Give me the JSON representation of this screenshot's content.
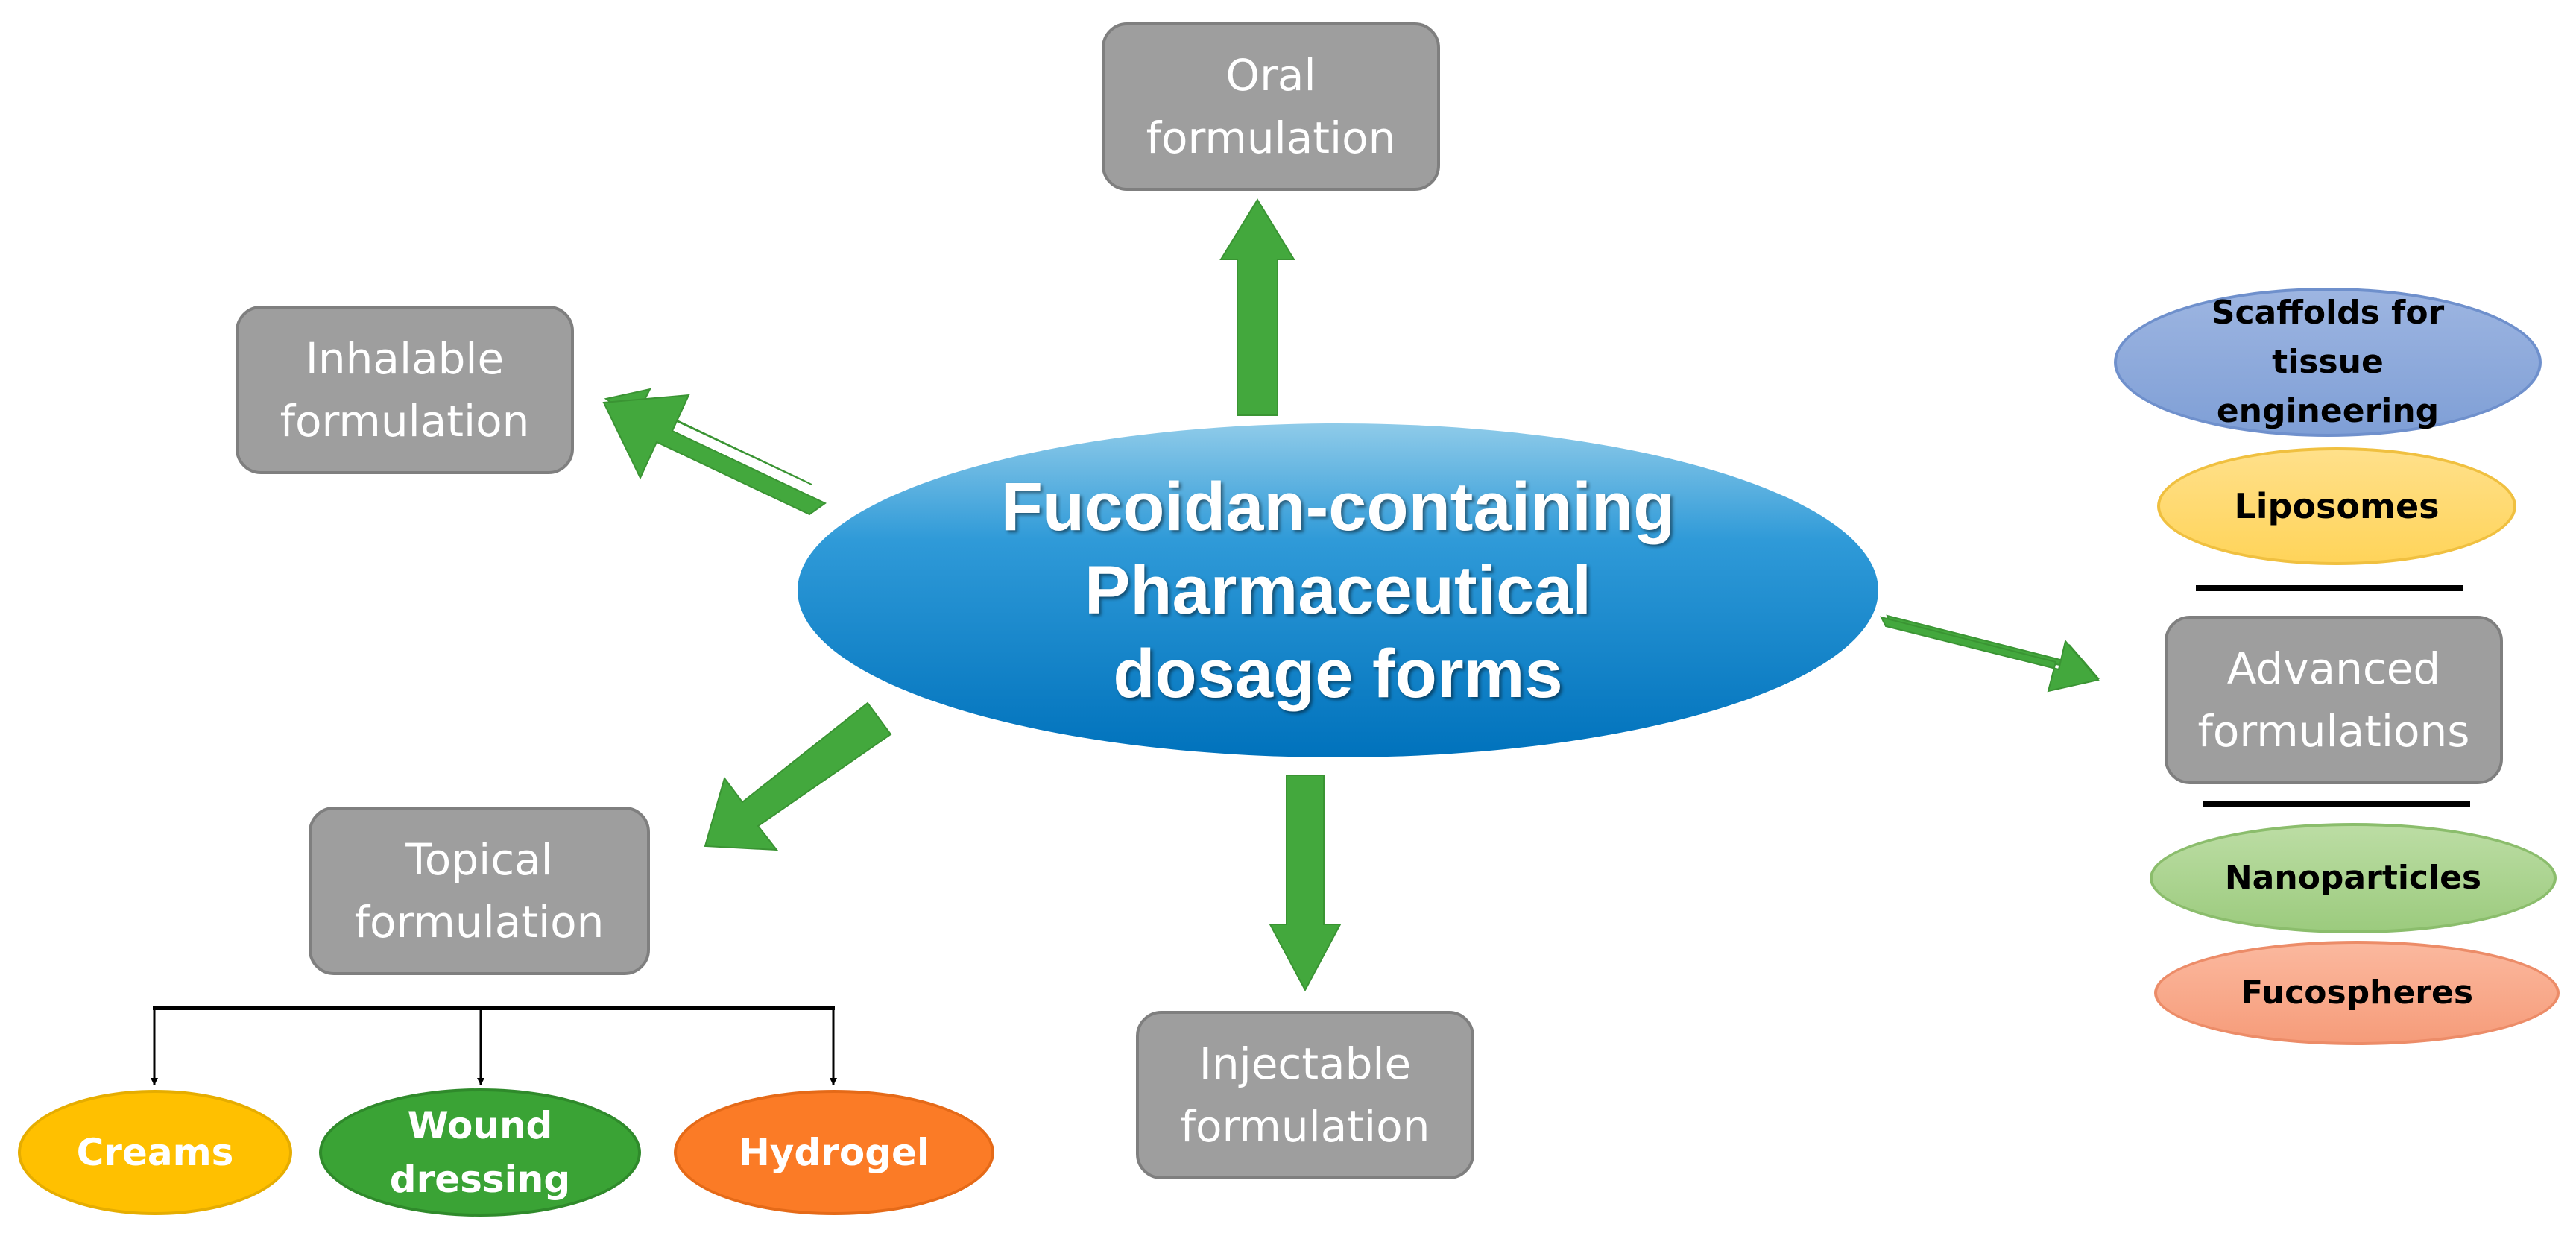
{
  "center": {
    "title": "Fucoidan-containing\nPharmaceutical\ndosage forms"
  },
  "formulations": {
    "oral": "Oral\nformulation",
    "inhalable": "Inhalable\nformulation",
    "topical": "Topical\nformulation",
    "injectable": "Injectable\nformulation",
    "advanced": "Advanced\nformulations"
  },
  "topical_forms": {
    "creams": "Creams",
    "wound_dressing": "Wound\ndressing",
    "hydrogel": "Hydrogel"
  },
  "advanced_forms": {
    "scaffolds": "Scaffolds for\ntissue\nengineering",
    "liposomes": "Liposomes",
    "nanoparticles": "Nanoparticles",
    "fucospheres": "Fucospheres"
  },
  "colors": {
    "arrow": "#43a83d",
    "box": "#9e9e9e",
    "creams": "#ffc000",
    "wound_dressing": "#3aa335",
    "hydrogel": "#fb7b26",
    "scaffolds": "#8ea9db",
    "liposomes": "#ffd966",
    "nanoparticles": "#a9d18e",
    "fucospheres": "#f8a88a"
  }
}
